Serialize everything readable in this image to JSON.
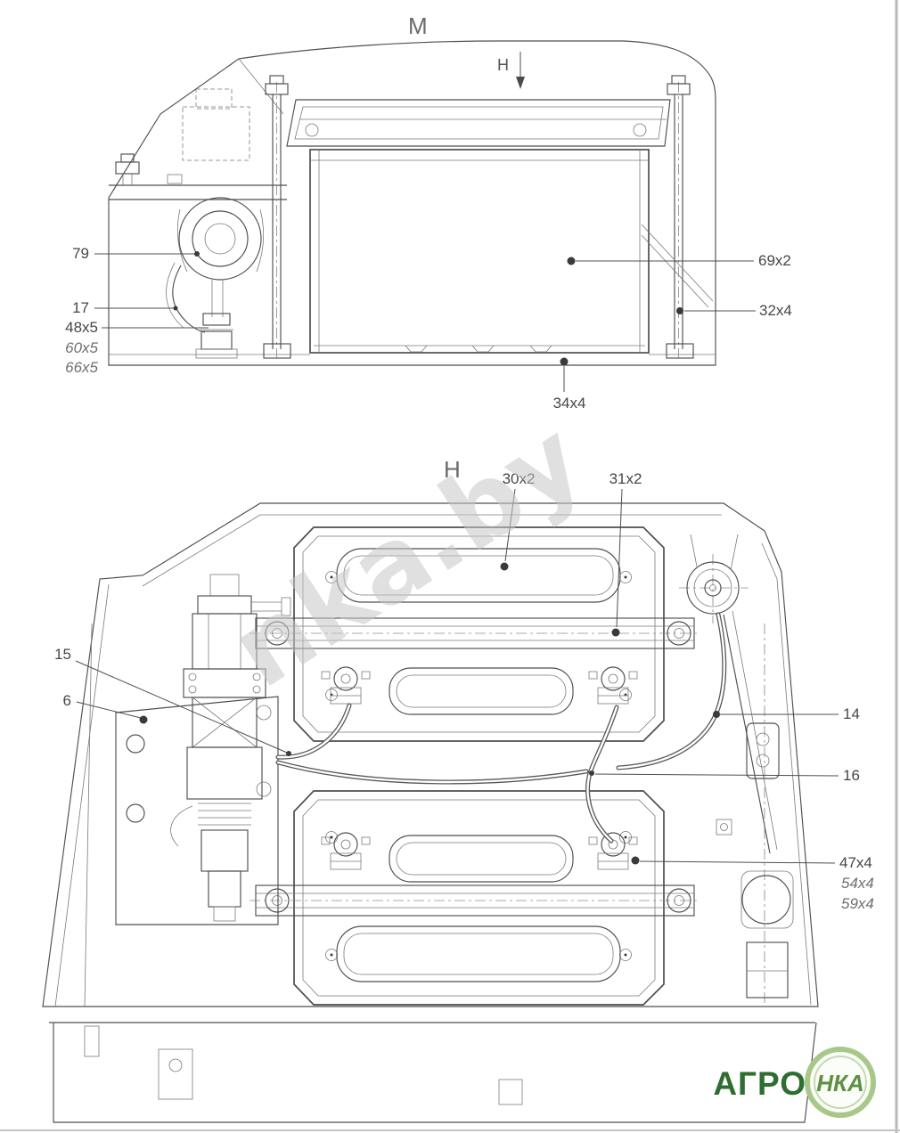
{
  "drawing": {
    "view_m": {
      "label": "M",
      "section_label": "H"
    },
    "view_h": {
      "label": "H"
    }
  },
  "callouts": {
    "m": {
      "p79": "79",
      "p17": "17",
      "p48": "48x5",
      "p60": "60x5",
      "p66": "66x5",
      "p34": "34x4",
      "p69": "69x2",
      "p32": "32x4"
    },
    "h": {
      "p30": "30x2",
      "p31": "31x2",
      "p15": "15",
      "p6": "6",
      "p14": "14",
      "p16": "16",
      "p47": "47x4",
      "p54": "54x4",
      "p59": "59x4"
    }
  },
  "watermark": "nka.by",
  "logo": {
    "left": "АГРО",
    "circle": "НКА"
  },
  "colors": {
    "line": "#4f4f4f",
    "line_light": "#7a7a7a",
    "watermark": "#c7c7c7",
    "logo_green": "#2f6e33",
    "logo_ring": "#a8c88a"
  }
}
